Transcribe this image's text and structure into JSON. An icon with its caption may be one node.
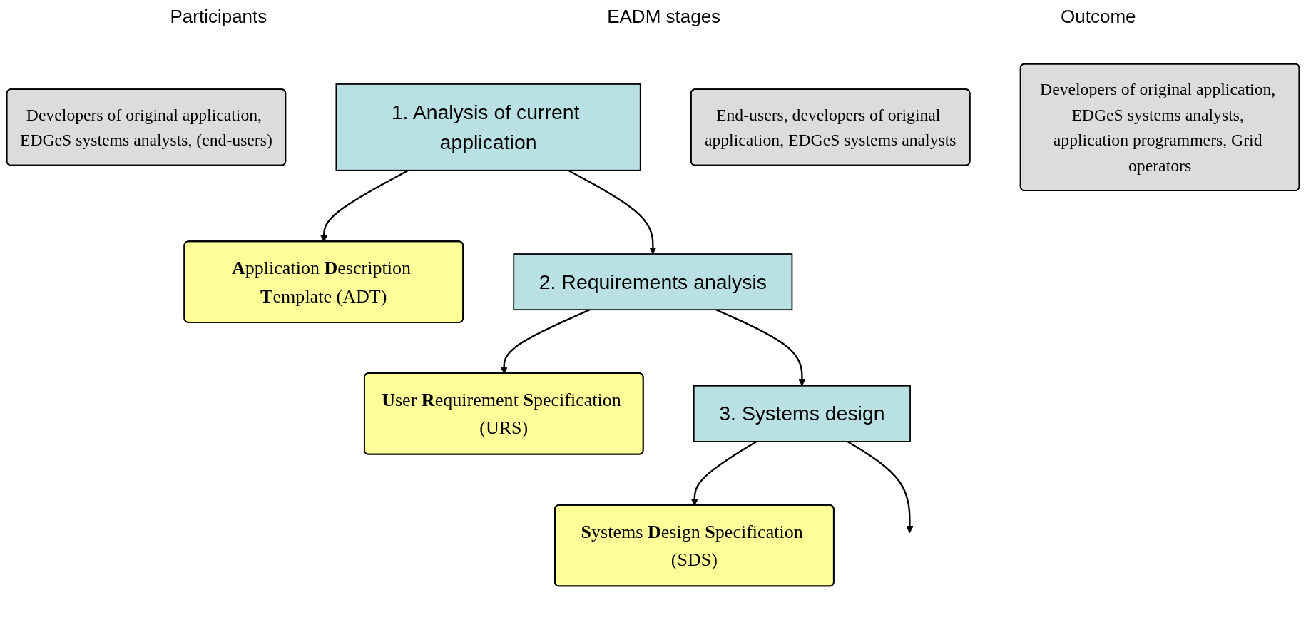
{
  "diagram": {
    "nodes": [
      {
        "text": [
          "Developers of original application, EDGeS systems analysts, (end-users)"
        ]
      },
      {
        "text": [
          "1. Analysis of current application"
        ]
      },
      {
        "text": [
          "**A**pplication **D**escription **T**emplate (ADT)"
        ]
      },
      {
        "text": [
          "End-users, developers of original application, EDGeS systems analysts"
        ]
      },
      {
        "text": [
          "2. Requirements analysis"
        ]
      },
      {
        "text": [
          "**U**ser **R**equirement **S**pecification (URS)"
        ]
      },
      {
        "text": [
          "Developers of original application, EDGeS systems analysts, application programmers, Grid operators"
        ]
      },
      {
        "text": [
          "3. Systems design"
        ]
      },
      {
        "text": [
          "**S**ystems **D**esign **S**pecification (SDS)"
        ]
      }
    ],
    "edges": [
      {
        "from": 1,
        "to": 2,
        "arrow": "to"
      },
      {
        "from": 1,
        "to": 4,
        "arrow": "to"
      },
      {
        "from": 4,
        "to": 5,
        "arrow": "to"
      },
      {
        "from": 4,
        "to": 7,
        "arrow": "to"
      },
      {
        "from": 7,
        "to": 8,
        "arrow": "to"
      },
      {
        "from": 7,
        "to": null,
        "arrow": "to"
      }
    ],
    "labels": [
      "Participants",
      "EADM stages",
      "Outcome"
    ]
  }
}
